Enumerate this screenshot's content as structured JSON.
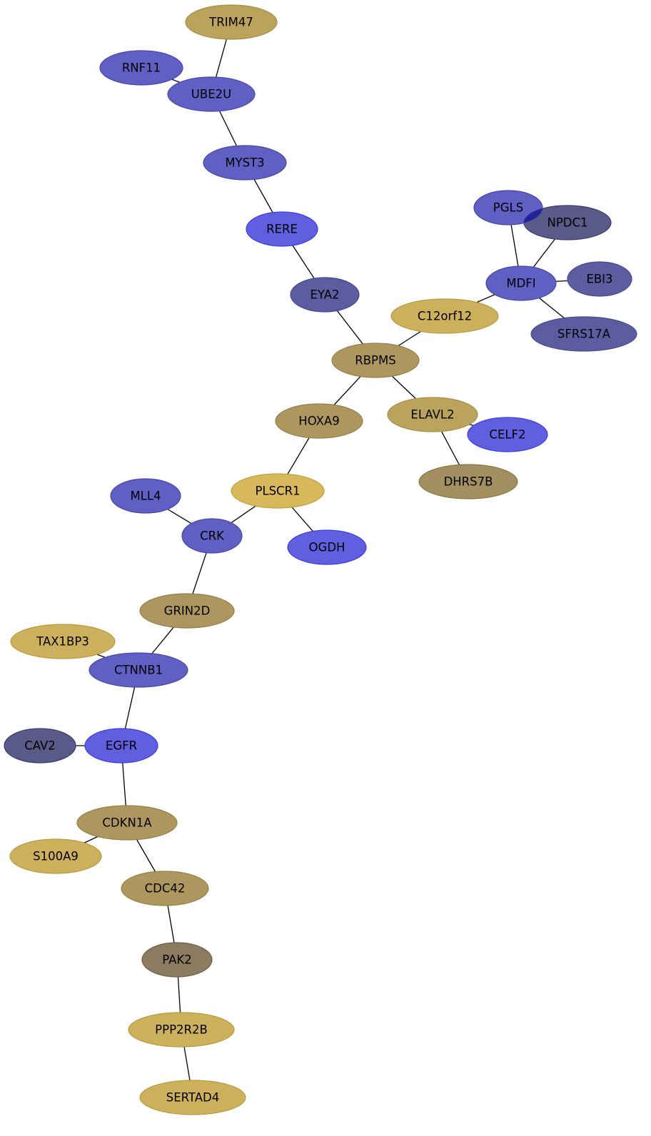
{
  "colors": {
    "blue": "#5f5fc4",
    "blue_bright": "#5f5fdf",
    "blue_dark": "#5c5ca0",
    "slate": "#5a5a88",
    "gold": "#bca35c",
    "gold_light": "#cdb05b",
    "gold_pale": "#d7b95b",
    "olive": "#ae975f",
    "olive_dark": "#a38f5f",
    "taupe": "#8b7c5f"
  },
  "nodes": [
    {
      "id": "TRIM47",
      "label": "TRIM47",
      "color": "gold"
    },
    {
      "id": "RNF11",
      "label": "RNF11",
      "color": "blue"
    },
    {
      "id": "UBE2U",
      "label": "UBE2U",
      "color": "blue"
    },
    {
      "id": "MYST3",
      "label": "MYST3",
      "color": "blue"
    },
    {
      "id": "RERE",
      "label": "RERE",
      "color": "blue_bright"
    },
    {
      "id": "EYA2",
      "label": "EYA2",
      "color": "blue_dark"
    },
    {
      "id": "PGLS",
      "label": "PGLS",
      "color": "blue"
    },
    {
      "id": "NPDC1",
      "label": "NPDC1",
      "color": "slate"
    },
    {
      "id": "MDFI",
      "label": "MDFI",
      "color": "blue"
    },
    {
      "id": "EBI3",
      "label": "EBI3",
      "color": "blue_dark"
    },
    {
      "id": "SFRS17A",
      "label": "SFRS17A",
      "color": "blue_dark"
    },
    {
      "id": "C12orf12",
      "label": "C12orf12",
      "color": "gold_light"
    },
    {
      "id": "RBPMS",
      "label": "RBPMS",
      "color": "olive"
    },
    {
      "id": "HOXA9",
      "label": "HOXA9",
      "color": "olive"
    },
    {
      "id": "ELAVL2",
      "label": "ELAVL2",
      "color": "gold"
    },
    {
      "id": "CELF2",
      "label": "CELF2",
      "color": "blue_bright"
    },
    {
      "id": "DHRS7B",
      "label": "DHRS7B",
      "color": "olive_dark"
    },
    {
      "id": "PLSCR1",
      "label": "PLSCR1",
      "color": "gold_pale"
    },
    {
      "id": "MLL4",
      "label": "MLL4",
      "color": "blue"
    },
    {
      "id": "CRK",
      "label": "CRK",
      "color": "blue"
    },
    {
      "id": "OGDH",
      "label": "OGDH",
      "color": "blue_bright"
    },
    {
      "id": "GRIN2D",
      "label": "GRIN2D",
      "color": "olive"
    },
    {
      "id": "TAX1BP3",
      "label": "TAX1BP3",
      "color": "gold_light"
    },
    {
      "id": "CTNNB1",
      "label": "CTNNB1",
      "color": "blue"
    },
    {
      "id": "CAV2",
      "label": "CAV2",
      "color": "slate"
    },
    {
      "id": "EGFR",
      "label": "EGFR",
      "color": "blue_bright"
    },
    {
      "id": "CDKN1A",
      "label": "CDKN1A",
      "color": "olive"
    },
    {
      "id": "S100A9",
      "label": "S100A9",
      "color": "gold_light"
    },
    {
      "id": "CDC42",
      "label": "CDC42",
      "color": "olive"
    },
    {
      "id": "PAK2",
      "label": "PAK2",
      "color": "taupe"
    },
    {
      "id": "PPP2R2B",
      "label": "PPP2R2B",
      "color": "gold_light"
    },
    {
      "id": "SERTAD4",
      "label": "SERTAD4",
      "color": "gold_light"
    }
  ],
  "edges": [
    [
      "TRIM47",
      "UBE2U"
    ],
    [
      "RNF11",
      "UBE2U"
    ],
    [
      "UBE2U",
      "MYST3"
    ],
    [
      "MYST3",
      "RERE"
    ],
    [
      "RERE",
      "EYA2"
    ],
    [
      "EYA2",
      "RBPMS"
    ],
    [
      "PGLS",
      "MDFI"
    ],
    [
      "NPDC1",
      "MDFI"
    ],
    [
      "MDFI",
      "EBI3"
    ],
    [
      "MDFI",
      "SFRS17A"
    ],
    [
      "MDFI",
      "C12orf12"
    ],
    [
      "C12orf12",
      "RBPMS"
    ],
    [
      "RBPMS",
      "HOXA9"
    ],
    [
      "RBPMS",
      "ELAVL2"
    ],
    [
      "ELAVL2",
      "CELF2"
    ],
    [
      "ELAVL2",
      "DHRS7B"
    ],
    [
      "HOXA9",
      "PLSCR1"
    ],
    [
      "PLSCR1",
      "CRK"
    ],
    [
      "PLSCR1",
      "OGDH"
    ],
    [
      "MLL4",
      "CRK"
    ],
    [
      "CRK",
      "GRIN2D"
    ],
    [
      "GRIN2D",
      "CTNNB1"
    ],
    [
      "TAX1BP3",
      "CTNNB1"
    ],
    [
      "CTNNB1",
      "EGFR"
    ],
    [
      "CAV2",
      "EGFR"
    ],
    [
      "EGFR",
      "CDKN1A"
    ],
    [
      "CDKN1A",
      "S100A9"
    ],
    [
      "CDKN1A",
      "CDC42"
    ],
    [
      "CDC42",
      "PAK2"
    ],
    [
      "PAK2",
      "PPP2R2B"
    ],
    [
      "PPP2R2B",
      "SERTAD4"
    ]
  ]
}
